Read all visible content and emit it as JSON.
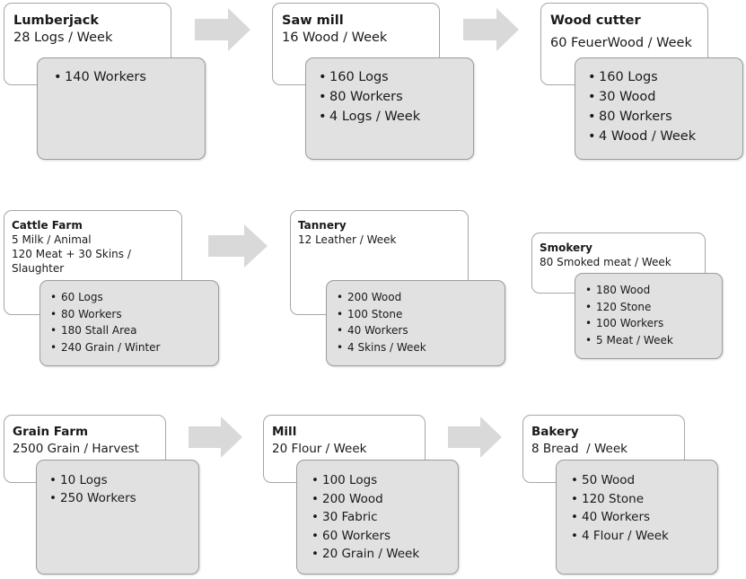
{
  "colors": {
    "box_border": "#a6a6a6",
    "sub_fill": "#e1e1e1",
    "arrow": "#d9d9d9"
  },
  "row1": {
    "lumberjack": {
      "title": "Lumberjack",
      "lines": [
        "28 Logs / Week"
      ],
      "items": [
        "140 Workers"
      ]
    },
    "saw_mill": {
      "title": "Saw mill",
      "lines": [
        "16 Wood / Week"
      ],
      "items": [
        "160 Logs",
        "80 Workers",
        "4 Logs / Week"
      ]
    },
    "wood_cutter": {
      "title": "Wood cutter",
      "lines": [
        "60 FeuerWood / Week"
      ],
      "items": [
        "160 Logs",
        "30 Wood",
        "80 Workers",
        "4 Wood / Week"
      ]
    }
  },
  "row2": {
    "cattle_farm": {
      "title": "Cattle Farm",
      "lines": [
        "5 Milk / Animal",
        "120 Meat + 30 Skins /",
        "Slaughter"
      ],
      "items": [
        "60 Logs",
        "80 Workers",
        "180 Stall Area",
        "240 Grain / Winter"
      ]
    },
    "tannery": {
      "title": "Tannery",
      "lines": [
        "12 Leather / Week"
      ],
      "items": [
        "200 Wood",
        "100 Stone",
        "40 Workers",
        "4 Skins / Week"
      ]
    },
    "smokery": {
      "title": "Smokery",
      "lines": [
        "80 Smoked meat / Week"
      ],
      "items": [
        "180 Wood",
        "120 Stone",
        "100 Workers",
        "5 Meat / Week"
      ]
    }
  },
  "row3": {
    "grain_farm": {
      "title": "Grain Farm",
      "lines": [
        "2500 Grain / Harvest"
      ],
      "items": [
        "10 Logs",
        "250 Workers"
      ]
    },
    "mill": {
      "title": "Mill",
      "lines": [
        "20 Flour / Week"
      ],
      "items": [
        "100 Logs",
        "200 Wood",
        "30 Fabric",
        "60 Workers",
        "20 Grain / Week"
      ]
    },
    "bakery": {
      "title": "Bakery",
      "lines": [
        "8 Bread  / Week"
      ],
      "items": [
        "50 Wood",
        "120 Stone",
        "40 Workers",
        "4 Flour / Week"
      ]
    }
  }
}
